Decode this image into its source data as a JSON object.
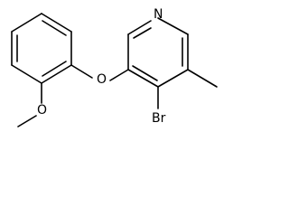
{
  "molecule": {
    "atoms": {
      "nitrogen": "N",
      "oxygen_ether": "O",
      "oxygen_methoxy": "O",
      "bromine": "Br"
    }
  }
}
